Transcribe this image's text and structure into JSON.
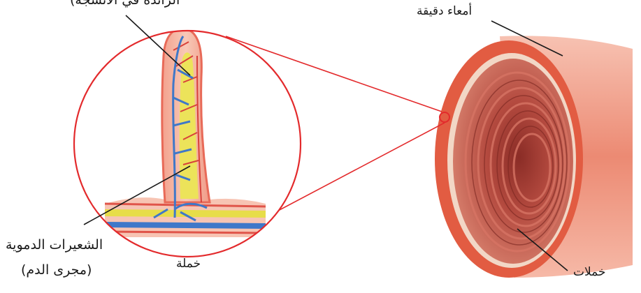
{
  "labels": {
    "villus_top": "الزائدة في الأنسجة)",
    "small_intestine": "أمعاء دقيقة",
    "capillaries_line1": "الشعيرات الدموية",
    "capillaries_line2": "(مجرى الدم)",
    "villus": "خملة",
    "villi": "خملات"
  },
  "colors": {
    "circle": "#e32a2c",
    "blood_vessel": "#3f78c9",
    "artery": "#e0554a",
    "lymph": "#eae04a",
    "tissue": "#f6b8a6",
    "intestine_outer": "#e8634a",
    "intestine_inner": "#a84237"
  }
}
